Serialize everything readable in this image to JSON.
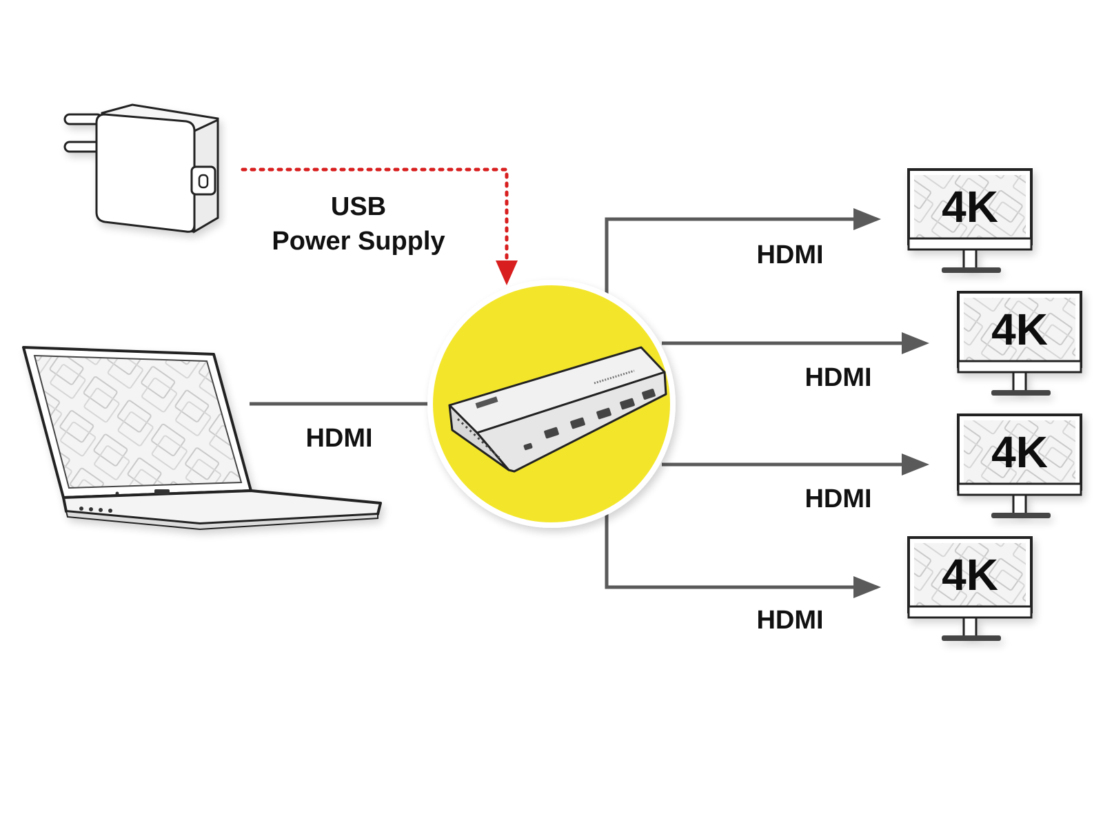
{
  "colors": {
    "background": "#ffffff",
    "connector": "#5a5a5a",
    "power_line": "#d81e1e",
    "hub_circle": "#f3e62b",
    "outline": "#222222",
    "label": "#111111"
  },
  "power": {
    "device_icon": "usb-power-adapter-icon",
    "label_line1": "USB",
    "label_line2": "Power Supply"
  },
  "source": {
    "device_icon": "laptop-icon",
    "label": "HDMI"
  },
  "hub": {
    "device_icon": "hdmi-splitter-icon"
  },
  "outputs": [
    {
      "label": "HDMI",
      "display_icon": "monitor-icon",
      "badge": "4K"
    },
    {
      "label": "HDMI",
      "display_icon": "monitor-icon",
      "badge": "4K"
    },
    {
      "label": "HDMI",
      "display_icon": "monitor-icon",
      "badge": "4K"
    },
    {
      "label": "HDMI",
      "display_icon": "monitor-icon",
      "badge": "4K"
    }
  ]
}
